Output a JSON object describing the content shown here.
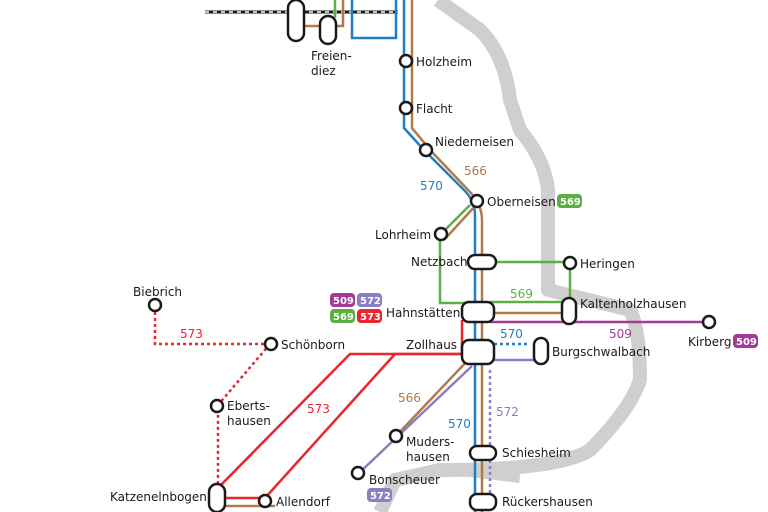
{
  "stations": {
    "freiendiez_1": "Freien-",
    "freiendiez_2": "diez",
    "holzheim": "Holzheim",
    "flacht": "Flacht",
    "niederneisen": "Niederneisen",
    "oberneisen": "Oberneisen",
    "lohrheim": "Lohrheim",
    "netzbach": "Netzbach",
    "heringen": "Heringen",
    "hahnstaetten": "Hahnstätten",
    "kaltenholzhausen": "Kaltenholzhausen",
    "kirberg": "Kirberg",
    "zollhaus": "Zollhaus",
    "burgschwalbach": "Burgschwalbach",
    "biebrich": "Biebrich",
    "schoenborn": "Schönborn",
    "ebertshausen_1": "Eberts-",
    "ebertshausen_2": "hausen",
    "mudershausen_1": "Muders-",
    "mudershausen_2": "hausen",
    "bonscheuer": "Bonscheuer",
    "schiesheim": "Schiesheim",
    "katzenelnbogen": "Katzenelnbogen",
    "allendorf": "Allendorf",
    "rueckershausen": "Rückershausen"
  },
  "line_labels": {
    "l566_top": "566",
    "l570_top": "570",
    "l569": "569",
    "l509": "509",
    "l570_mid": "570",
    "l573_left": "573",
    "l573_mid": "573",
    "l566_low": "566",
    "l570_low": "570",
    "l572": "572"
  },
  "badges": {
    "oberneisen_569": "569",
    "hahn_509": "509",
    "hahn_572": "572",
    "hahn_569": "569",
    "hahn_573": "573",
    "kirberg_509": "509",
    "bonscheuer_572": "572"
  },
  "colors": {
    "line_509": "#a03c96",
    "line_566": "#b07a4a",
    "line_569": "#5cb043",
    "line_570": "#1f7fc4",
    "line_572": "#8a7fc0",
    "line_573": "#e8262d",
    "rail": "#cfcfcf"
  }
}
